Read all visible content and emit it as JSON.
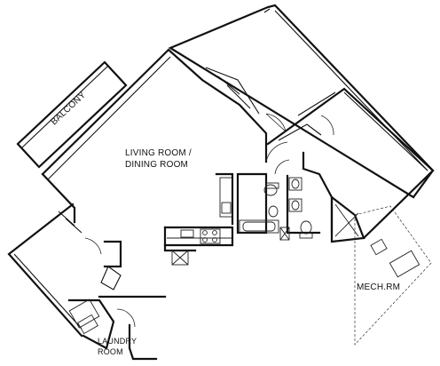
{
  "rooms": {
    "balcony": "BALCONY",
    "living_line1": "LIVING ROOM /",
    "living_line2": "DINING ROOM",
    "laundry_line1": "LAUNDRY",
    "laundry_line2": "ROOM",
    "mech": "MECH.RM"
  }
}
